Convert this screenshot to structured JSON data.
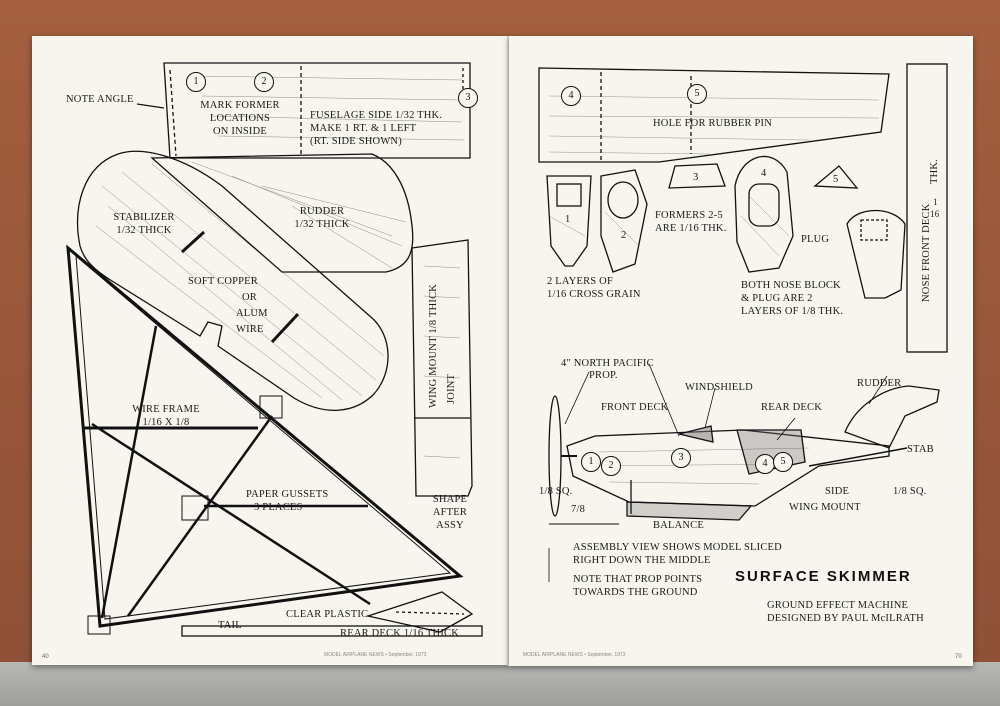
{
  "left_page": {
    "labels": {
      "note_angle": "NOTE ANGLE",
      "mark_former_1": "MARK FORMER",
      "mark_former_2": "LOCATIONS",
      "mark_former_3": "ON INSIDE",
      "fuselage_1": "FUSELAGE SIDE 1/32 THK.",
      "fuselage_2": "MAKE 1 RT. & 1 LEFT",
      "fuselage_3": "(RT. SIDE SHOWN)",
      "stabilizer_1": "STABILIZER",
      "stabilizer_2": "1/32 THICK",
      "rudder_1": "RUDDER",
      "rudder_2": "1/32 THICK",
      "soft_copper": "SOFT COPPER",
      "or": "OR",
      "alum": "ALUM",
      "wire": "WIRE",
      "wire_frame_1": "WIRE FRAME",
      "wire_frame_2": "1/16 X 1/8",
      "paper_gussets_1": "PAPER GUSSETS",
      "paper_gussets_2": "3 PLACES",
      "wing_mount": "WING MOUNT 1/8 THICK",
      "joint": "JOINT",
      "shape_1": "SHAPE",
      "shape_2": "AFTER",
      "shape_3": "ASSY",
      "clear_plastic": "CLEAR PLASTIC",
      "tail": "TAIL",
      "rear_deck": "REAR DECK  1/16 THICK"
    },
    "markers": [
      "1",
      "2",
      "3"
    ],
    "footer": "MODEL AIRPLANE NEWS • September, 1973",
    "page_number": "40"
  },
  "right_page": {
    "labels": {
      "hole_rubber_pin": "HOLE FOR RUBBER PIN",
      "former_3": "3",
      "former_4": "4",
      "former_5": "5",
      "former_1": "1",
      "former_2": "2",
      "formers_1": "FORMERS 2-5",
      "formers_2": "ARE 1/16 THK.",
      "plug": "PLUG",
      "two_layers_1": "2 LAYERS OF",
      "two_layers_2": "1/16 CROSS GRAIN",
      "nose_block_1": "BOTH NOSE BLOCK",
      "nose_block_2": "& PLUG ARE 2",
      "nose_block_3": "LAYERS OF 1/8 THK.",
      "nose_front_deck": "NOSE FRONT DECK",
      "frac_num": "1",
      "frac_den": "16",
      "thk": "THK.",
      "prop_1": "4\" NORTH PACIFIC",
      "prop_2": "PROP.",
      "windshield": "WINDSHIELD",
      "rudder": "RUDDER",
      "front_deck": "FRONT DECK",
      "rear_deck": "REAR DECK",
      "stab": "STAB",
      "sq_left": "1/8 SQ.",
      "sq_right": "1/8 SQ.",
      "side": "SIDE",
      "seven_eighths": "7/8",
      "wing_mount": "WING MOUNT",
      "balance": "BALANCE",
      "assembly_1": "ASSEMBLY VIEW SHOWS MODEL SLICED",
      "assembly_2": "RIGHT DOWN THE MIDDLE",
      "note_prop_1": "NOTE THAT PROP POINTS",
      "note_prop_2": "TOWARDS THE GROUND",
      "title": "SURFACE SKIMMER",
      "subtitle_1": "GROUND EFFECT MACHINE",
      "subtitle_2": "DESIGNED BY PAUL McILRATH"
    },
    "markers": [
      "4",
      "5"
    ],
    "assembly_markers": [
      "1",
      "2",
      "3",
      "4",
      "5"
    ],
    "footer": "MODEL AIRPLANE NEWS • September, 1973",
    "page_number": "70"
  },
  "colors": {
    "paper": "#f7f5ee",
    "ink": "#1a1a1a",
    "background_wall": "#9c5a3e"
  }
}
